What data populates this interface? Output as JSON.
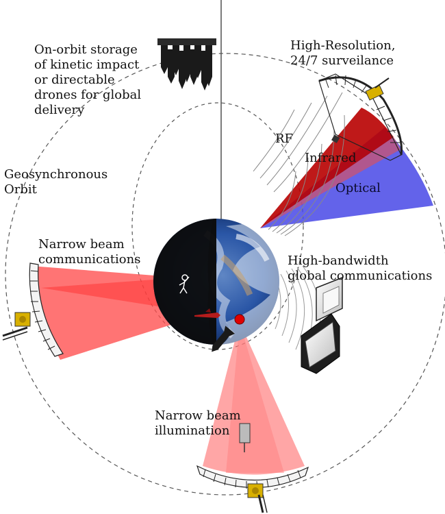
{
  "labels": {
    "storage": [
      "On-orbit storage",
      "of kinetic impact",
      "or directable",
      "drones for global",
      "delivery"
    ],
    "geo": [
      "Geosynchronous",
      "Orbit"
    ],
    "hires": [
      "High-Resolution,",
      "24/7 surveilance"
    ],
    "rf": "RF",
    "infrared": "Infrared",
    "optical": "Optical",
    "narrow_comm": [
      "Narrow beam",
      "communications"
    ],
    "highband": [
      "High-bandwidth",
      "global communications"
    ],
    "narrow_illum": [
      "Narrow beam",
      "illumination"
    ]
  },
  "colors": {
    "beam_red": "#ff4d4d",
    "beam_dark_red": "#b00000",
    "beam_blue": "#4040e0",
    "earth_ocean": "#1b3f8a",
    "earth_cloud": "#e8eef5",
    "night_side": "#0c0c0c",
    "orbit_dash": "#555555",
    "satellite_gold": "#d8b000",
    "target_dot": "#e00000"
  },
  "icons": [
    "satellite-icon",
    "missile-icon",
    "drone-stack-icon",
    "astronaut-icon",
    "aircraft-icon",
    "solar-panel-icon",
    "target-dot-icon"
  ]
}
